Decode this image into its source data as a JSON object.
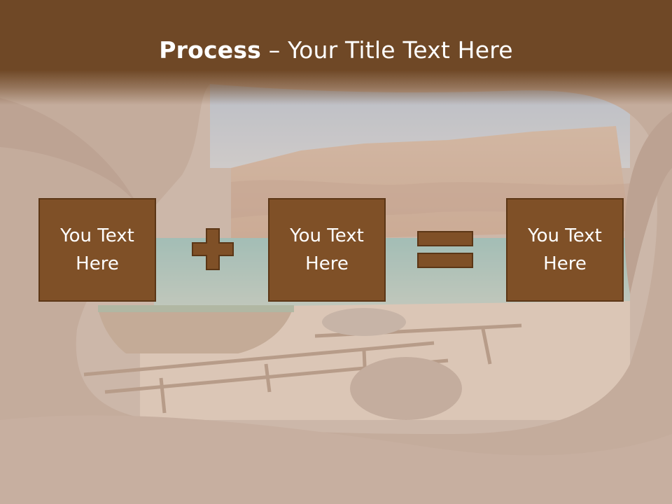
{
  "slide": {
    "title_bold": "Process",
    "title_rest": " – Your Title Text Here"
  },
  "boxes": [
    {
      "text": "You Text Here"
    },
    {
      "text": "You Text Here"
    },
    {
      "text": "You Text Here"
    }
  ],
  "operators": {
    "first": "plus-icon",
    "second": "equals-icon"
  },
  "colors": {
    "title_bar": "#6f4826",
    "box_fill": "#7f5027",
    "box_border": "#5b3616",
    "text": "#ffffff"
  }
}
